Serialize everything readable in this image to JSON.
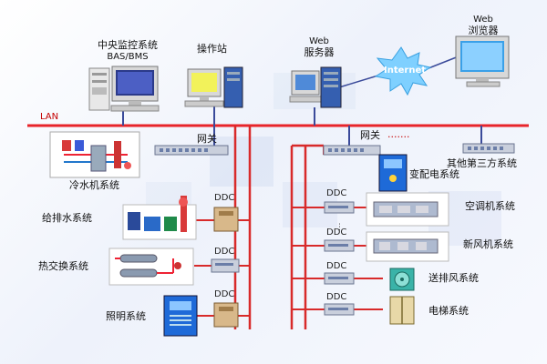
{
  "colors": {
    "lan": "#e8242a",
    "bus": "#d82a2a",
    "link": "#3a4a9a",
    "internet": "#7fd0ff"
  },
  "top": {
    "central_title": "中央监控系统",
    "central_sub": "BAS/BMS",
    "workstation": "操作站",
    "web_server_1": "Web",
    "web_server_2": "服务器",
    "internet": "Internet",
    "browser_1": "Web",
    "browser_2": "浏览器",
    "lan": "LAN"
  },
  "left": {
    "gateway": "网关",
    "chiller": "冷水机系统",
    "ddc": "DDC",
    "water": "给排水系统",
    "heat": "热交换系统",
    "lighting": "照明系统"
  },
  "right": {
    "gateway": "网关",
    "dots": "·······",
    "third_party": "其他第三方系统",
    "substation": "变配电系统",
    "ddc": "DDC",
    "ac": "空调机系统",
    "fresh_air": "新风机系统",
    "ventilation": "送排风系统",
    "elevator": "电梯系统"
  }
}
